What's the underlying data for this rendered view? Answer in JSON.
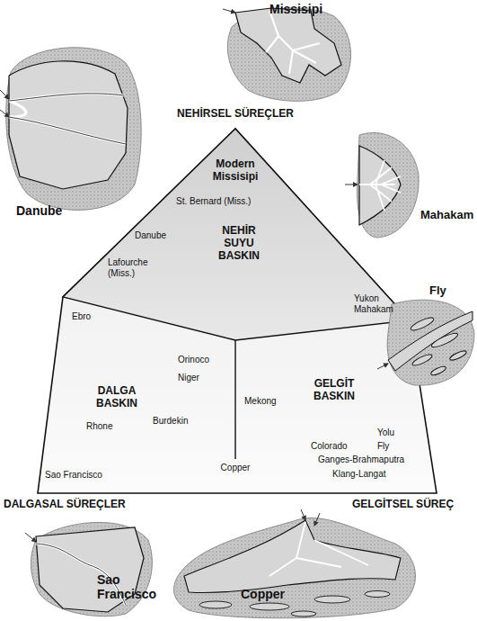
{
  "diagram": {
    "labels": [
      "Missisipi",
      "NEHİRSEL SÜREÇLER",
      "Danube",
      "Mahakam",
      "Modern Missisipi",
      "St. Bernard (Miss.)",
      "Danube",
      "Lafourche (Miss.)",
      "NEHİR SUYU BASKIN",
      "Yukon Mahakam",
      "Fly",
      "Ebro",
      "Orinoco",
      "Niger",
      "Mekong",
      "DALGA BASKIN",
      "GELGİT BASKIN",
      "Rhone",
      "Burdekin",
      "Yolu",
      "Colorado",
      "Fly",
      "Ganges-Brahmaputra",
      "Klang-Langat",
      "Sao Francisco",
      "Copper",
      "DALGASAL SÜREÇLER",
      "GELGİTSEL SÜREÇ",
      "Sao Francisco",
      "Copper"
    ]
  }
}
